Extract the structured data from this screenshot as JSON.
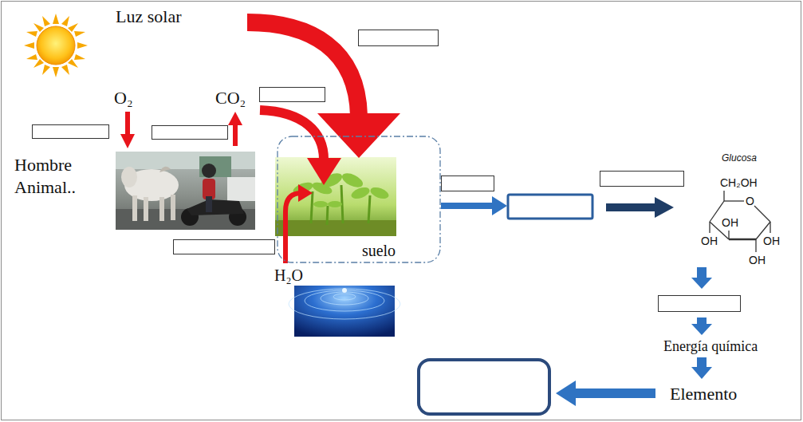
{
  "diagram": {
    "nodes": [
      {
        "text": [
          "suelo"
        ]
      }
    ],
    "labels": [
      "Luz solar",
      "O₂",
      "CO₂",
      "Hombre Animal..",
      "H₂O",
      "Glucosa",
      "CH₂OH",
      "O",
      "OH",
      "OH",
      "OH",
      "OH",
      "Energía química",
      "Elemento"
    ]
  }
}
